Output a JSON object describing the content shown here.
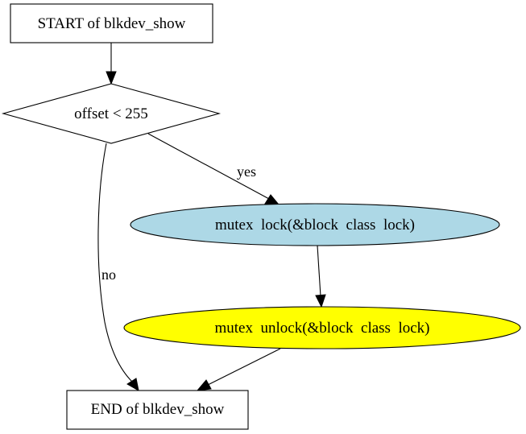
{
  "diagram": {
    "type": "flowchart",
    "nodes": {
      "start": {
        "label": "START of blkdev_show",
        "shape": "box",
        "fill": "#ffffff"
      },
      "cond": {
        "label": "offset < 255",
        "shape": "diamond",
        "fill": "#ffffff"
      },
      "lock": {
        "label": "mutex  lock(&block  class  lock)",
        "shape": "ellipse",
        "fill": "#add8e6"
      },
      "unlock": {
        "label": "mutex  unlock(&block  class  lock)",
        "shape": "ellipse",
        "fill": "#ffff00"
      },
      "end": {
        "label": "END of blkdev_show",
        "shape": "box",
        "fill": "#ffffff"
      }
    },
    "edges": {
      "start_cond": {
        "from": "start",
        "to": "cond",
        "label": ""
      },
      "cond_lock": {
        "from": "cond",
        "to": "lock",
        "label": "yes"
      },
      "cond_end": {
        "from": "cond",
        "to": "end",
        "label": "no"
      },
      "lock_unlock": {
        "from": "lock",
        "to": "unlock",
        "label": ""
      },
      "unlock_end": {
        "from": "unlock",
        "to": "end",
        "label": ""
      }
    }
  }
}
